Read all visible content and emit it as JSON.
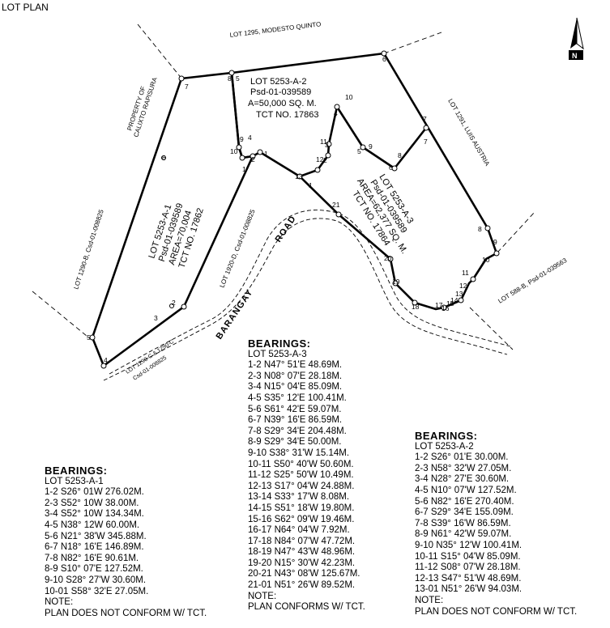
{
  "title": "LOT PLAN",
  "north_label": "N",
  "adjoining": {
    "lot1295": "LOT 1295, MODESTO QUINTO",
    "property1": "PROPERTY OF",
    "property2": "CALIXTO RAPISURA",
    "lot1291": "LOT 1291, LUIS AUSTRIA",
    "lot1290b": "LOT 1290-B, Csd-01-008825",
    "lot1920d": "LOT 1920-D, Csd-01-008825",
    "lot1290c1": "LOT 1290-C & 1290-C",
    "lot1290c2": "Csd-01-008825",
    "lot588": "LOT 588-B, Psd-01-039563",
    "road1": "BARANGAY",
    "road2": "ROAD"
  },
  "lots": {
    "a1": {
      "name": "LOT 5253-A-1",
      "psd": "Psd-01-039589",
      "area": "AREA=70,004",
      "tct": "TCT NO. 17862"
    },
    "a2": {
      "name": "LOT 5253-A-2",
      "psd": "Psd-01-039589",
      "area": "A=50,000 SQ. M.",
      "tct": "TCT NO. 17863"
    },
    "a3": {
      "name": "LOT 5253-A-3",
      "psd": "Psd-01-039589",
      "area": "AREA=62,377 SQ. M.",
      "tct": "TCT NO. 17864"
    }
  },
  "corners": {
    "a1": [
      "1",
      "2",
      "3",
      "4",
      "5",
      "6",
      "7",
      "8",
      "9",
      "10"
    ],
    "a2": [
      "1",
      "2",
      "3",
      "4",
      "5",
      "6",
      "7",
      "8",
      "9",
      "10",
      "11",
      "12",
      "13"
    ],
    "a3": [
      "1",
      "2",
      "3",
      "4",
      "5",
      "6",
      "7",
      "8",
      "9",
      "10",
      "11",
      "12",
      "13",
      "14",
      "15",
      "16",
      "17",
      "18",
      "19",
      "20",
      "21"
    ]
  },
  "bearings": {
    "a1": {
      "heading": "BEARINGS:",
      "lot": "LOT 5253-A-1",
      "lines": [
        "1-2 S26° 01W 276.02M.",
        "2-3 S52° 10W 38.00M.",
        "3-4 S52° 10W 134.34M.",
        "4-5 N38° 12W 60.00M.",
        "5-6 N21° 38'W 345.88M.",
        "6-7 N18° 16'E 146.89M.",
        "7-8 N82° 16'E 90.61M.",
        "8-9 S10° 07'E 127.52M.",
        "9-10 S28° 27'W 30.60M.",
        "10-01 S58° 32'E 27.05M."
      ],
      "note": "NOTE:",
      "conform": "PLAN  DOES NOT CONFORM W/ TCT."
    },
    "a3": {
      "heading": "BEARINGS:",
      "lot": "LOT 5253-A-3",
      "lines": [
        "1-2 N47° 51'E 48.69M.",
        "2-3 N08° 07'E 28.18M.",
        "3-4 N15° 04'E 85.09M.",
        "4-5 S35° 12'E 100.41M.",
        "5-6 S61° 42'E 59.07M.",
        "6-7 N39° 16'E 86.59M.",
        "7-8 S29° 34'E 204.48M.",
        "8-9 S29° 34'E 50.00M.",
        "9-10 S38° 31'W 15.14M.",
        "10-11 S50° 40'W 50.60M.",
        "11-12 S25° 50'W 10.49M.",
        "12-13 S17° 04'W 24.88M.",
        "13-14 S33° 17'W 8.08M.",
        "14-15 S51° 18'W 19.80M.",
        "15-16 S62° 09'W 19.46M.",
        "16-17 N64° 04'W 7.92M.",
        "17-18 N84° 07'W 47.72M.",
        "18-19 N47° 43'W 48.96M.",
        "19-20 N15° 30'W 42.23M.",
        "20-21 N43° 08'W 125.67M.",
        "21-01 N51° 26'W 89.52M."
      ],
      "note": "NOTE:",
      "conform": "PLAN CONFORMS W/ TCT."
    },
    "a2": {
      "heading": "BEARINGS:",
      "lot": "LOT 5253-A-2",
      "lines": [
        "1-2 S26° 01'E 30.00M.",
        "2-3 N58° 32'W 27.05M.",
        "3-4 N28° 27'E 30.60M.",
        "4-5 N10° 07'W 127.52M.",
        "5-6 N82° 16'E 270.40M.",
        "6-7 S29° 34'E 155.09M.",
        "7-8 S39° 16'W 86.59M.",
        "8-9 N61° 42'W 59.07M.",
        "9-10 N35° 12'W 100.41M.",
        "10-11 S15° 04'W 85.09M.",
        "11-12 S08° 07'W 28.18M.",
        "12-13 S47° 51'W 48.69M.",
        "13-01 N51° 26'W 94.03M."
      ],
      "note": "NOTE:",
      "conform": "PLAN DOES NOT CONFORM W/ TCT."
    }
  }
}
